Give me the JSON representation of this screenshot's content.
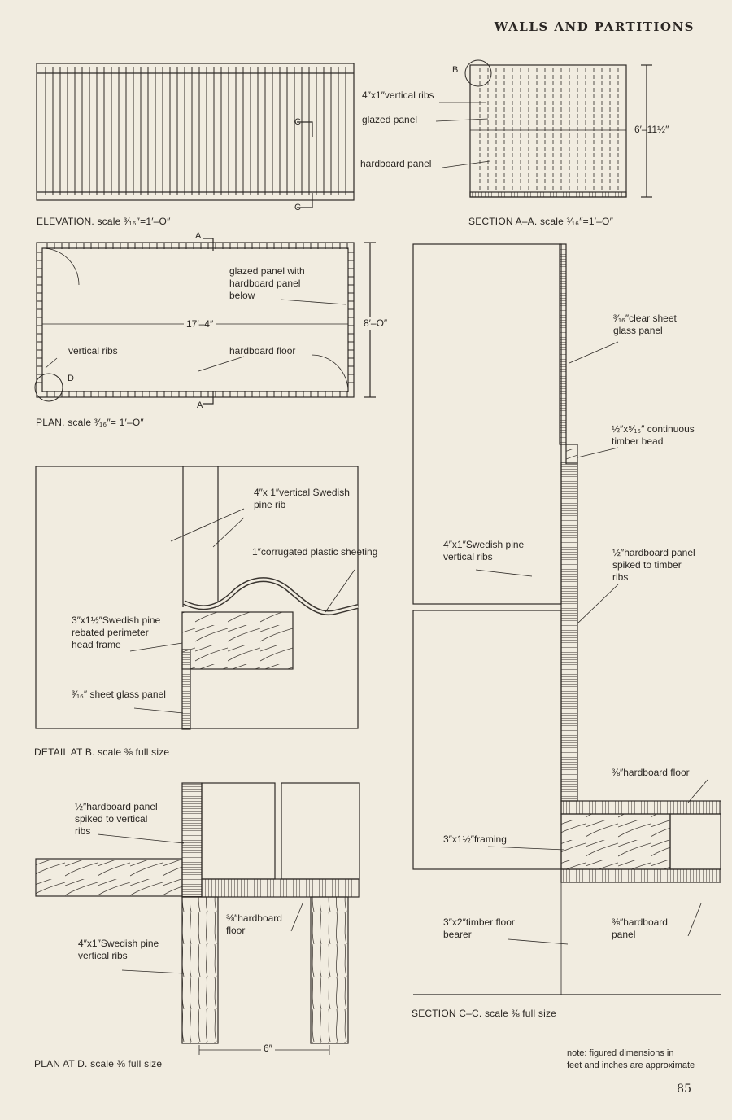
{
  "header": "WALLS AND PARTITIONS",
  "page_number": "85",
  "elevation": {
    "caption": "ELEVATION. scale ³⁄₁₆″=1′–O″",
    "c_top": "C",
    "c_bottom": "C"
  },
  "section_aa": {
    "caption": "SECTION A–A. scale ³⁄₁₆″=1′–O″",
    "marker_b": "B",
    "label_ribs": "4″x1″vertical ribs",
    "label_glazed": "glazed panel",
    "label_hardboard": "hardboard panel",
    "dim_height": "6′–11½″"
  },
  "plan": {
    "caption": "PLAN. scale ³⁄₁₆″= 1′–O″",
    "marker_a_top": "A",
    "marker_a_bottom": "A",
    "marker_d": "D",
    "label_glazed": "glazed panel with\nhardboard panel\nbelow",
    "dim_length": "17′–4″",
    "dim_width": "8′–O″",
    "label_ribs": "vertical ribs",
    "label_floor": "hardboard floor"
  },
  "detail_b": {
    "caption": "DETAIL AT B. scale ⅜ full size",
    "label_rib": "4″x 1″vertical Swedish\npine rib",
    "label_sheeting": "1″corrugated plastic sheeting",
    "label_frame": "3″x1½″Swedish pine\nrebated perimeter\nhead frame",
    "label_glass": "³⁄₁₆″ sheet glass panel"
  },
  "plan_d": {
    "caption": "PLAN AT D. scale ⅜ full size",
    "label_hardboard": "½″hardboard panel\nspiked to vertical\nribs",
    "label_ribs": "4″x1″Swedish pine\nvertical ribs",
    "label_floor": "⅜″hardboard\nfloor",
    "dim": "6″"
  },
  "section_cc": {
    "caption": "SECTION C–C. scale ⅜ full size",
    "label_glass": "³⁄₁₆″clear sheet\nglass panel",
    "label_bead": "½″x⁵⁄₁₆″ continuous\ntimber bead",
    "label_ribs": "4″x1″Swedish pine\nvertical ribs",
    "label_panel": "½″hardboard panel\nspiked to timber\nribs",
    "label_floor": "⅜″hardboard floor",
    "label_framing": "3″x1½″framing",
    "label_bearer": "3″x2″timber floor\nbearer",
    "label_hb_panel": "⅜″hardboard\npanel"
  },
  "note": "note: figured dimensions in\nfeet and inches are approximate"
}
